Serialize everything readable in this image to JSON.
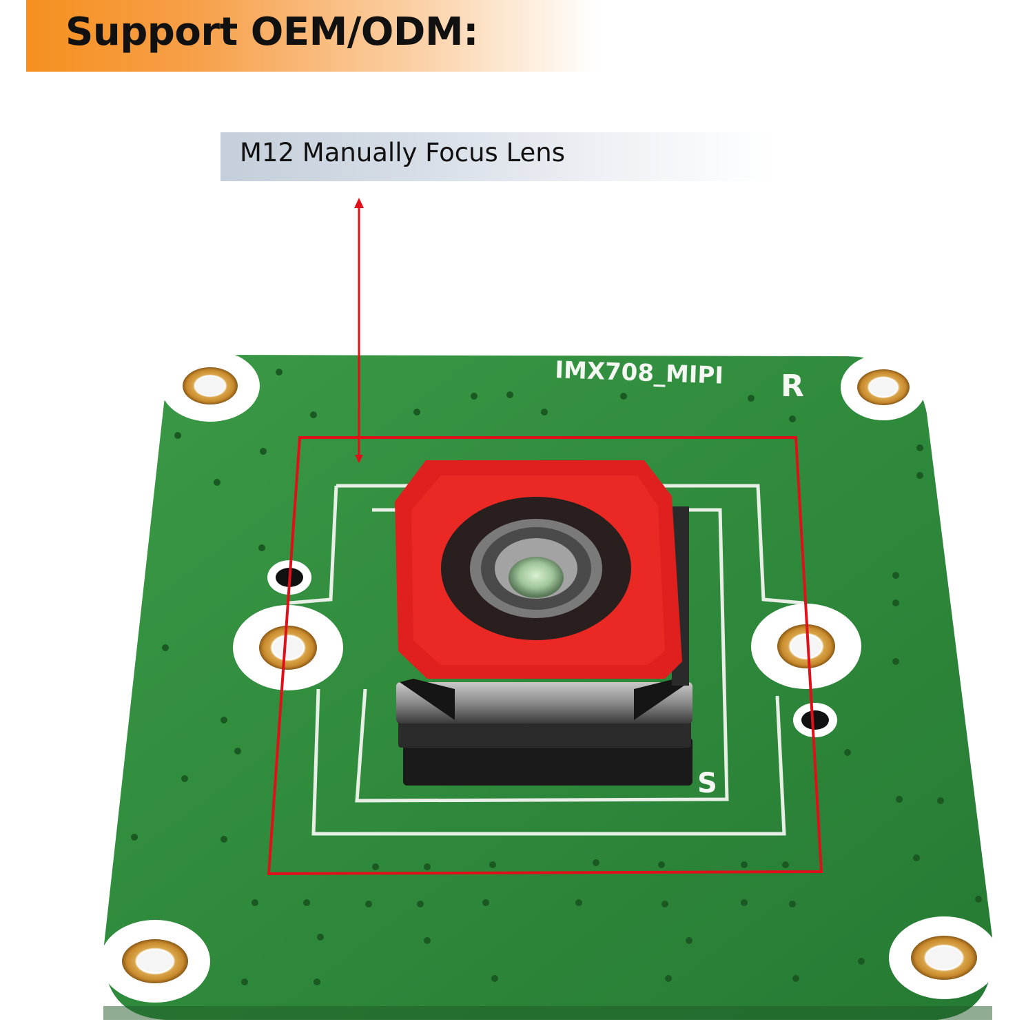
{
  "header": {
    "title": "Support OEM/ODM:"
  },
  "callout": {
    "label": "M12 Manually Focus Lens"
  },
  "board": {
    "silkscreen_model": "IMX708_MIPI",
    "silkscreen_r": "R",
    "silkscreen_s": "S"
  },
  "colors": {
    "banner_orange": "#f5901f",
    "callout_blue_gray": "#c4cfdb",
    "pcb_green": "#2f8a3c",
    "lens_holder_red": "#e0201e",
    "highlight_red": "#e0101a"
  }
}
